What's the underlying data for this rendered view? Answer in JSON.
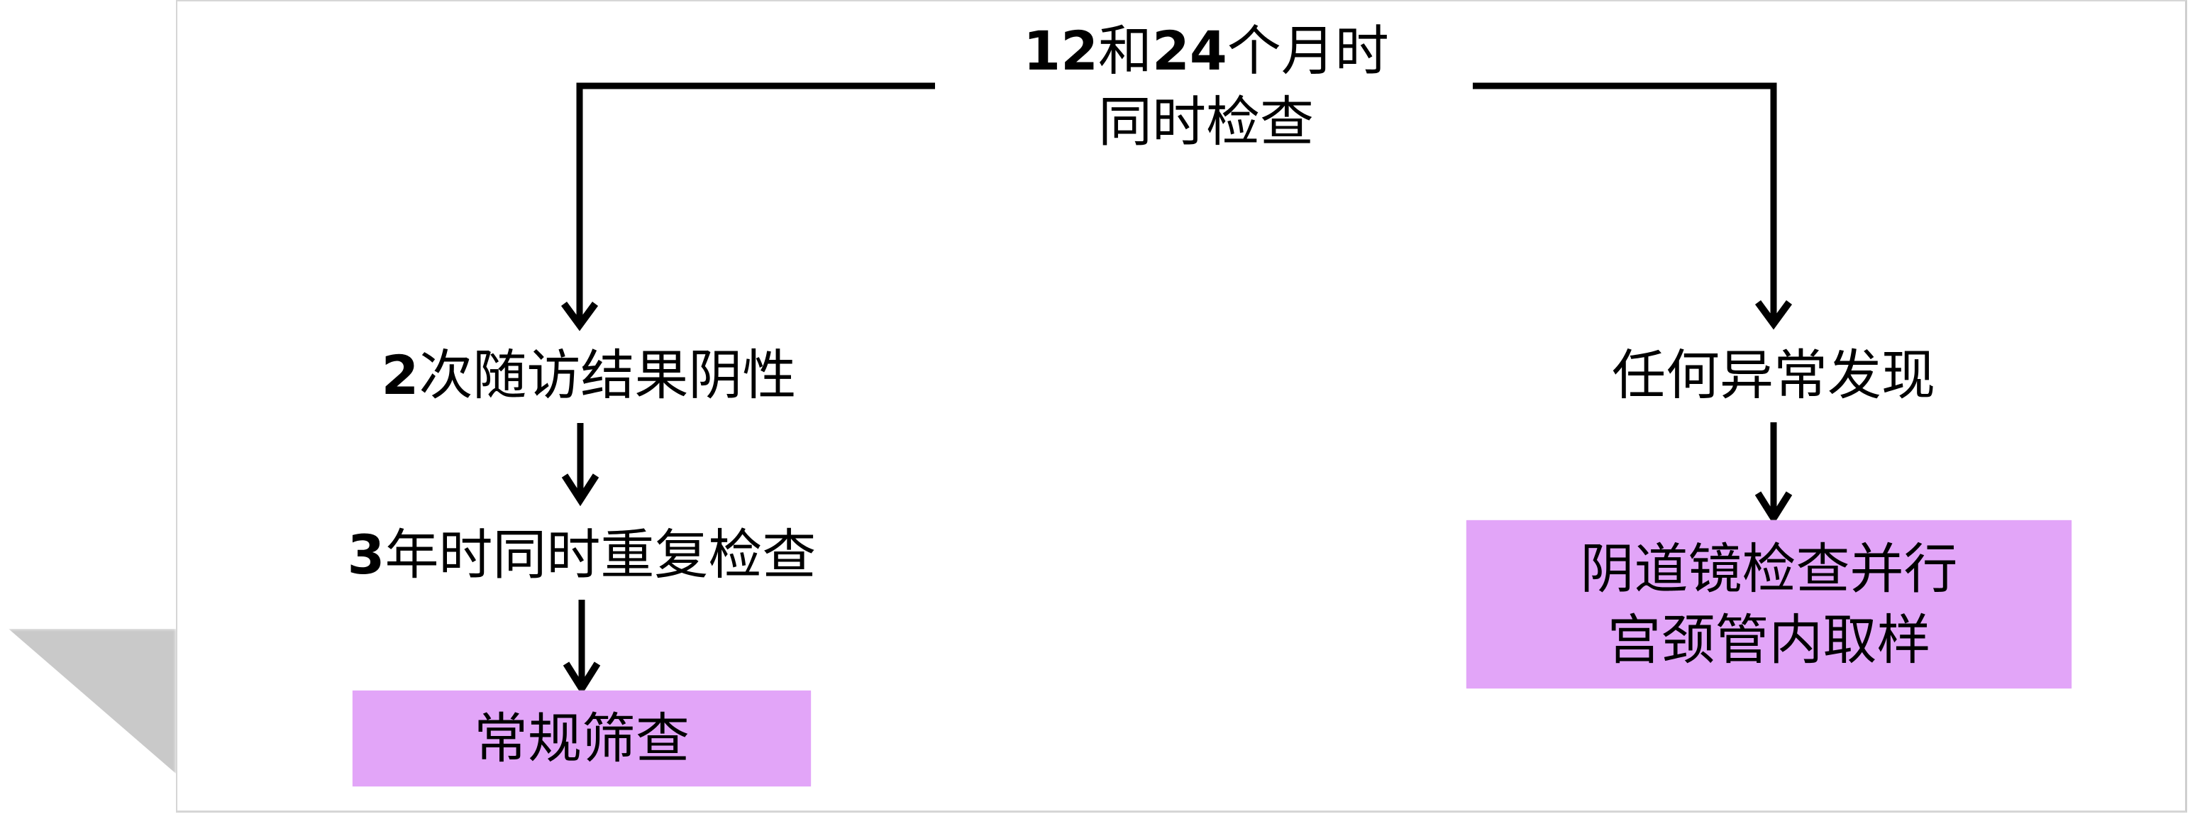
{
  "diagram": {
    "title": {
      "line1_num_a": "12",
      "line1_mid": "和",
      "line1_num_b": "24",
      "line1_rest": "个月时",
      "line2": "同时检查"
    },
    "left_branch": {
      "step1": {
        "num": "2",
        "text": "次随访结果阴性"
      },
      "step2": {
        "num": "3",
        "text": "年时同时重复检查"
      },
      "outcome": {
        "text": "常规筛查"
      }
    },
    "right_branch": {
      "step1": {
        "text": "任何异常发现"
      },
      "outcome": {
        "line1": "阴道镜检查并行",
        "line2": "宫颈管内取样"
      }
    },
    "colors": {
      "outcome_box": "#e2a5f8",
      "line": "#000000",
      "card_border": "#d6d6d6",
      "shadow": "#c9c9c9"
    },
    "icons": [
      "arrow-down-icon"
    ]
  }
}
